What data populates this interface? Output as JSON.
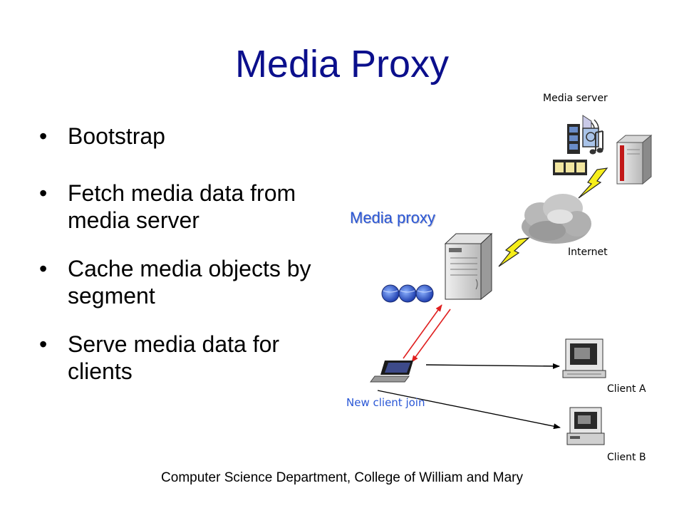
{
  "slide": {
    "title": "Media Proxy",
    "bullets": [
      "Bootstrap",
      "Fetch media data from media server",
      "Cache media objects by segment",
      "Serve media data for clients"
    ],
    "footer": "Computer Science Department, College of William and Mary"
  },
  "diagram": {
    "media_server_label": "Media server",
    "internet_label": "Internet",
    "media_proxy_label": "Media proxy",
    "new_client_label": "New client join",
    "client_a_label": "Client A",
    "client_b_label": "Client B"
  },
  "colors": {
    "title": "#0b0f8c",
    "accent_blue": "#2a57d6",
    "red_arrow": "#e02020",
    "lightning_yellow": "#f6ee1a"
  },
  "icons": [
    "media-files-icon",
    "server-tower-icon",
    "cloud-icon",
    "lightning-icon",
    "proxy-server-icon",
    "globe-disks-icon",
    "laptop-icon",
    "desktop-computer-icon"
  ]
}
